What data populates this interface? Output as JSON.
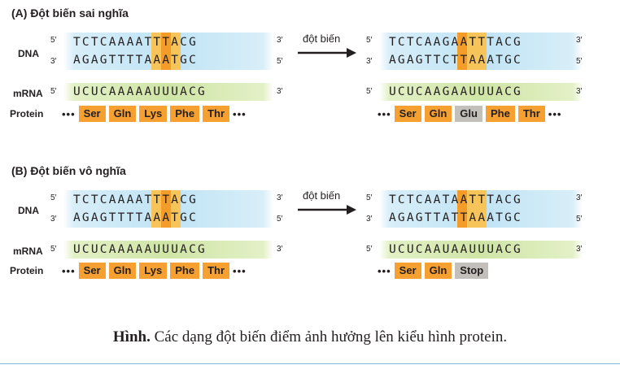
{
  "ends": {
    "five": "5′",
    "three": "3′"
  },
  "labels": {
    "dna": "DNA",
    "mrna": "mRNA",
    "protein": "Protein",
    "dots": "•••"
  },
  "arrow_label": "đột biến",
  "panel_a": {
    "title": "(A) Đột biến sai nghĩa",
    "left": {
      "dna_top": [
        "TCTCAA",
        "A",
        "ATTTACG"
      ],
      "dna_bottom": [
        "AGAGTT",
        "T",
        "TAAATGC"
      ],
      "mrna": "UCUCAAAAAUUUACG",
      "protein": [
        "Ser",
        "Gln",
        "Lys",
        "Phe",
        "Thr"
      ]
    },
    "right": {
      "dna_top": [
        "TCTCAA",
        "G",
        "AATTTACG"
      ],
      "dna_bottom": [
        "AGAGTT",
        "C",
        "TTAAATGC"
      ],
      "mrna": "UCUCAAGAAUUUACG",
      "protein": [
        "Ser",
        "Gln",
        "Glu",
        "Phe",
        "Thr"
      ]
    }
  },
  "panel_b": {
    "title": "(B) Đột biến vô nghĩa",
    "left": {
      "dna_top": [
        "TCTCAA",
        "A",
        "ATTTACG"
      ],
      "dna_bottom": [
        "AGAGTT",
        "T",
        "TAAATGC"
      ],
      "mrna": "UCUCAAAAAUUUACG",
      "protein": [
        "Ser",
        "Gln",
        "Lys",
        "Phe",
        "Thr"
      ]
    },
    "right": {
      "dna_top": [
        "TCTCAA",
        "T",
        "AATTTACG"
      ],
      "dna_bottom": [
        "AGAGTT",
        "A",
        "TTAAATGC"
      ],
      "mrna": "UCUCAAUAAUUUACG",
      "protein": [
        "Ser",
        "Gln",
        "Stop"
      ]
    }
  },
  "caption": {
    "bold": "Hình.",
    "text": " Các dạng đột biến điểm ảnh hưởng lên kiểu hình protein."
  },
  "colors": {
    "dna_band": "#bfe3f4",
    "mrna_band": "#cfe5a6",
    "highlight": "#f7c45a",
    "amino_acid": "#f7a032",
    "changed_amino_acid": "#c3c0bb",
    "rule": "#7fb8d9"
  }
}
